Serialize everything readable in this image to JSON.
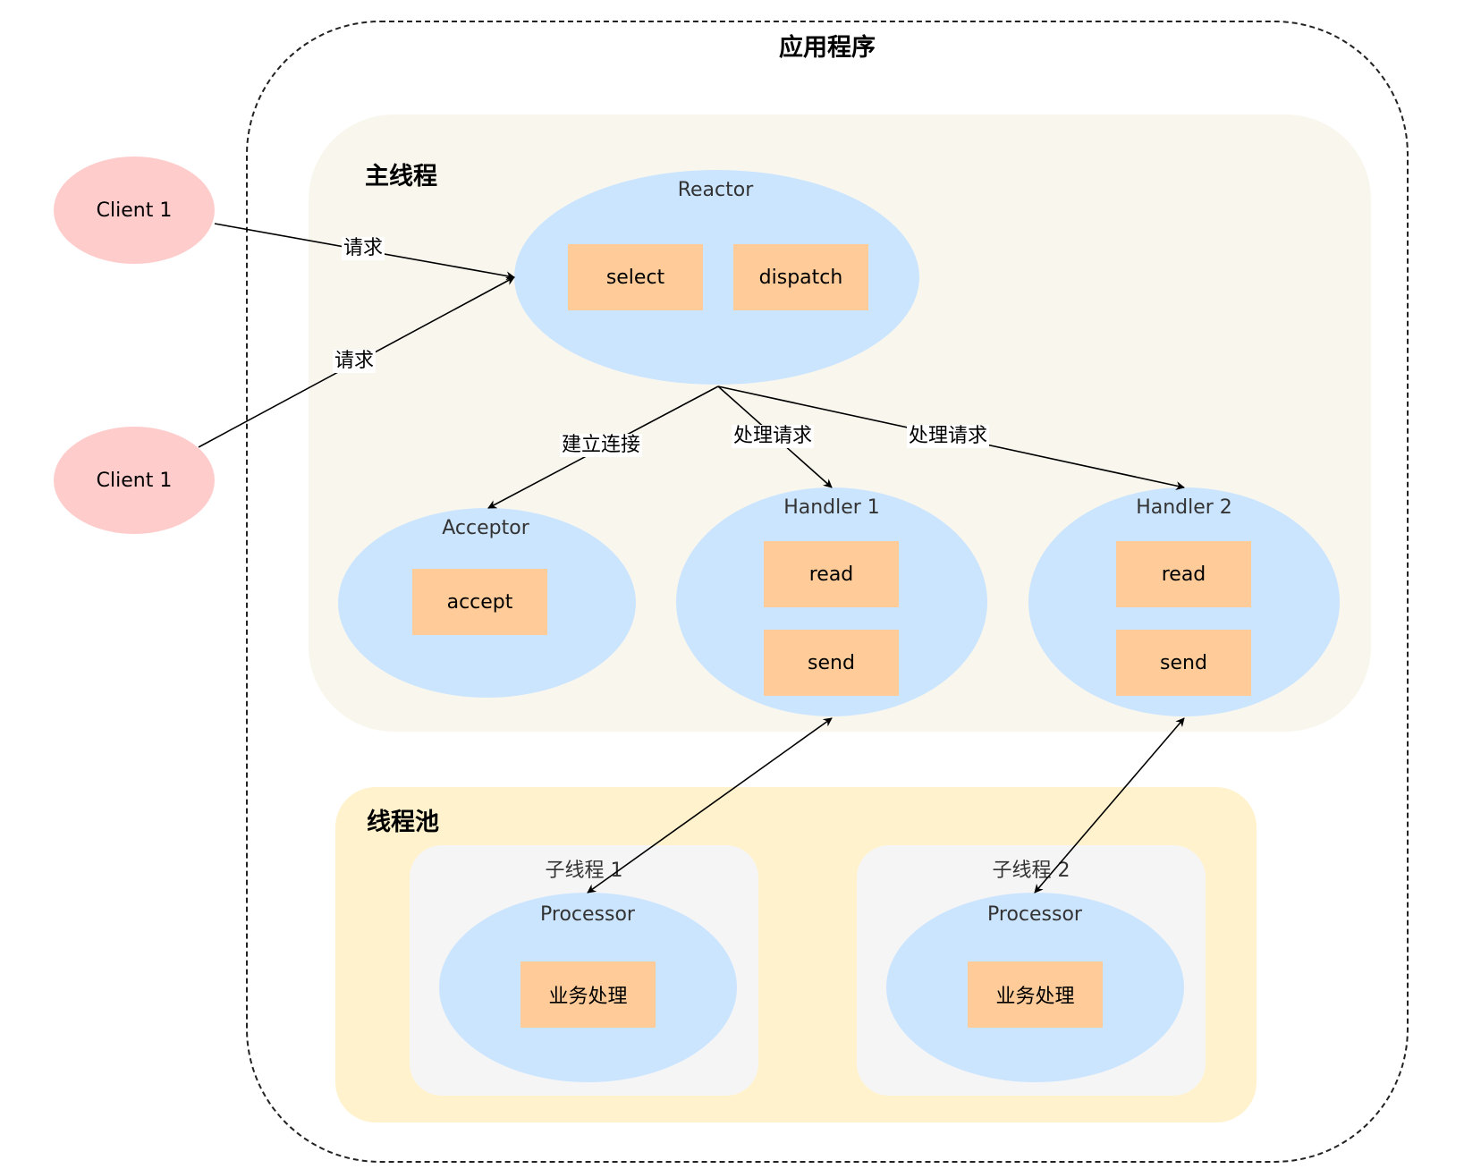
{
  "app": {
    "title": "应用程序"
  },
  "main_thread": {
    "title": "主线程"
  },
  "thread_pool": {
    "title": "线程池"
  },
  "clients": [
    {
      "label": "Client 1"
    },
    {
      "label": "Client 1"
    }
  ],
  "reactor": {
    "title": "Reactor",
    "ops": [
      "select",
      "dispatch"
    ]
  },
  "acceptor": {
    "title": "Acceptor",
    "ops": [
      "accept"
    ]
  },
  "handlers": [
    {
      "title": "Handler 1",
      "ops": [
        "read",
        "send"
      ]
    },
    {
      "title": "Handler 2",
      "ops": [
        "read",
        "send"
      ]
    }
  ],
  "sub_threads": [
    {
      "title": "子线程  1",
      "processor": {
        "title": "Processor",
        "op": "业务处理"
      }
    },
    {
      "title": "子线程  2",
      "processor": {
        "title": "Processor",
        "op": "业务处理"
      }
    }
  ],
  "edges": {
    "client1_request": "请求",
    "client2_request": "请求",
    "to_acceptor": "建立连接",
    "to_handler1": "处理请求",
    "to_handler2": "处理请求"
  },
  "colors": {
    "client": "#ffcccc",
    "component": "#cce5ff",
    "operation": "#ffcc99",
    "main_thread_bg": "#f9f7ed",
    "thread_pool_bg": "#fff2cc",
    "sub_thread_bg": "#f5f5f5"
  }
}
